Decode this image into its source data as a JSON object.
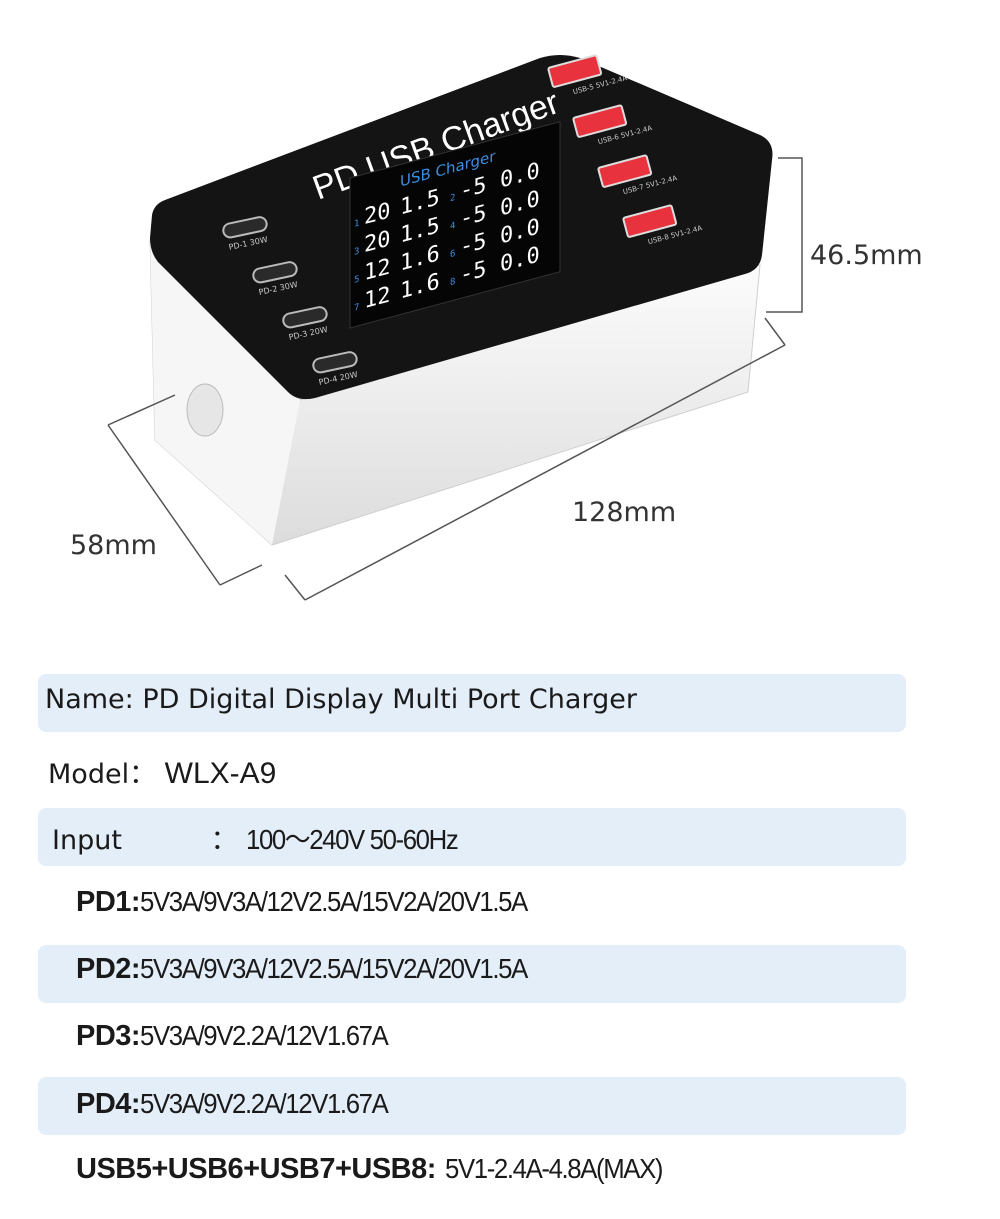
{
  "product": {
    "brand_text": "PD USB Charger",
    "lcd_title": "USB Charger",
    "lcd_rows": [
      {
        "left_idx": "1",
        "left_v": "20",
        "left_a": "1.5",
        "right_idx": "2",
        "right_v": "-5",
        "right_a": "0.0"
      },
      {
        "left_idx": "3",
        "left_v": "20",
        "left_a": "1.5",
        "right_idx": "4",
        "right_v": "-5",
        "right_a": "0.0"
      },
      {
        "left_idx": "5",
        "left_v": "12",
        "left_a": "1.6",
        "right_idx": "6",
        "right_v": "-5",
        "right_a": "0.0"
      },
      {
        "left_idx": "7",
        "left_v": "12",
        "left_a": "1.6",
        "right_idx": "8",
        "right_v": "-5",
        "right_a": "0.0"
      }
    ],
    "typec_ports": [
      "PD-1 30W",
      "PD-2 30W",
      "PD-3 20W",
      "PD-4 20W"
    ],
    "usb_ports": [
      "USB-5 5V1-2.4A",
      "USB-6 5V1-2.4A",
      "USB-7 5V1-2.4A",
      "USB-8 5V1-2.4A"
    ],
    "colors": {
      "body": "#f2f2f2",
      "top": "#141414",
      "usb_port": "#e8333f",
      "lcd_blue": "#3d8ee0"
    }
  },
  "dimensions": {
    "height": "46.5mm",
    "length": "128mm",
    "width": "58mm"
  },
  "specs": {
    "name": "Name: PD Digital Display Multi Port Charger",
    "model_label": "Model：",
    "model_value": "WLX-A9",
    "input_label": "Input",
    "input_sep": "：",
    "input_value": "100～240V 50-60Hz",
    "pd1_label": "PD1:",
    "pd1_value": "5V3A/9V3A/12V2.5A/15V2A/20V1.5A",
    "pd2_label": "PD2:",
    "pd2_value": "5V3A/9V3A/12V2.5A/15V2A/20V1.5A",
    "pd3_label": "PD3:",
    "pd3_value": "5V3A/9V2.2A/12V1.67A",
    "pd4_label": "PD4:",
    "pd4_value": "5V3A/9V2.2A/12V1.67A",
    "usb_label": "USB5+USB6+USB7+USB8:",
    "usb_value": "5V1-2.4A-4.8A(MAX)"
  }
}
